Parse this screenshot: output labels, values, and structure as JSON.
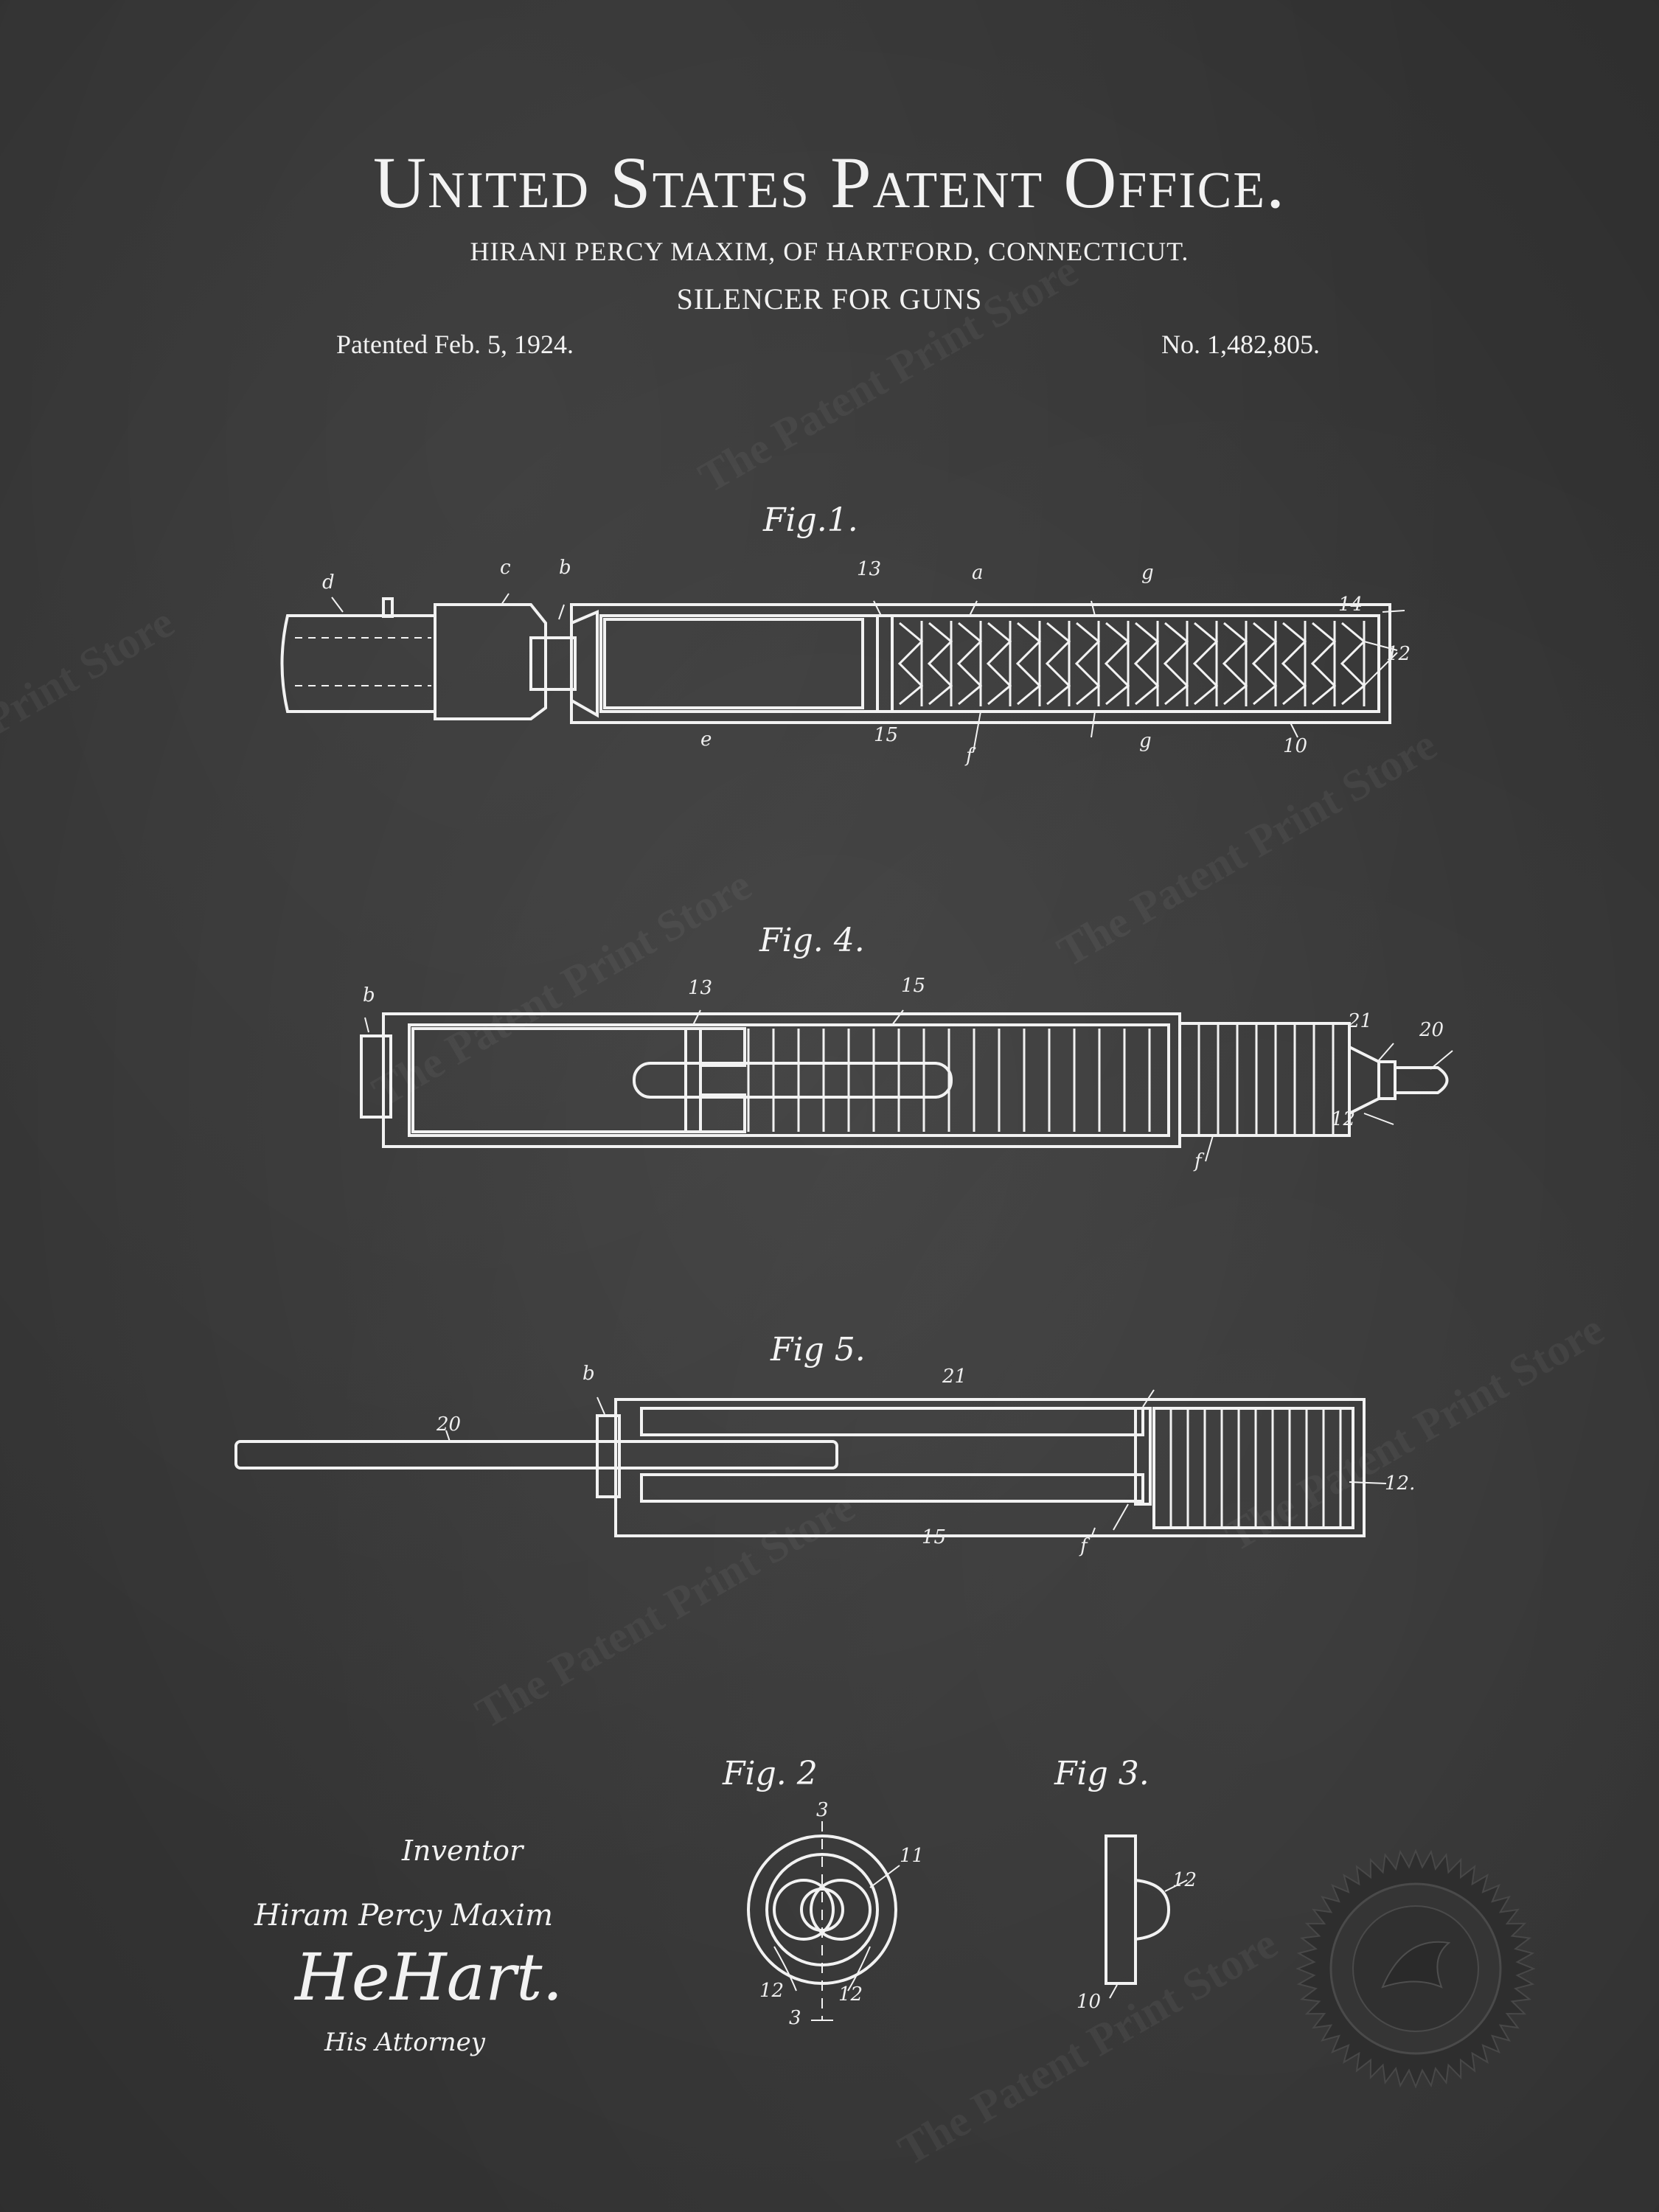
{
  "header": {
    "office": "United States Patent Office.",
    "inventor": "HIRANI PERCY MAXIM, OF HARTFORD, CONNECTICUT.",
    "subject": "SILENCER FOR GUNS",
    "patented": "Patented Feb. 5, 1924.",
    "number": "No. 1,482,805."
  },
  "figures": {
    "fig1": {
      "label": "Fig.1.",
      "callouts": [
        "d",
        "c",
        "b",
        "13",
        "a",
        "g",
        "14",
        "12",
        "e",
        "15",
        "f",
        "g",
        "10"
      ]
    },
    "fig4": {
      "label": "Fig. 4.",
      "callouts": [
        "b",
        "13",
        "15",
        "21",
        "20",
        "12",
        "f"
      ]
    },
    "fig5": {
      "label": "Fig 5.",
      "callouts": [
        "b",
        "21",
        "20",
        "12.",
        "15",
        "f"
      ]
    },
    "fig2": {
      "label": "Fig. 2",
      "callouts": [
        "3",
        "11",
        "12",
        "12",
        "3"
      ]
    },
    "fig3": {
      "label": "Fig 3.",
      "callouts": [
        "12",
        "10"
      ]
    }
  },
  "signature": {
    "inventor_label": "Inventor",
    "inventor_name": "Hiram Percy Maxim",
    "attorney_signature": "HeHart.",
    "attorney_label": "His Attorney"
  },
  "watermark": {
    "text": "The Patent Print Store"
  },
  "colors": {
    "background": "#3e3e3e",
    "ink": "#f2f2f2"
  }
}
